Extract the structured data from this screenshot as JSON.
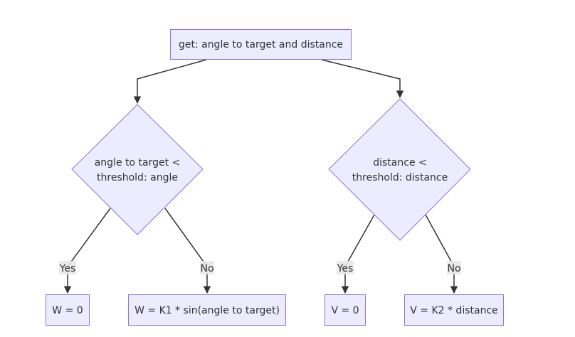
{
  "diagram": {
    "nodes": {
      "get": {
        "label": "get: angle to target and distance"
      },
      "angle_check": {
        "line1": "angle to target <",
        "line2": "threshold: angle"
      },
      "distance_check": {
        "line1": "distance <",
        "line2": "threshold: distance"
      },
      "w_zero": {
        "label": "W = 0"
      },
      "w_formula": {
        "label": "W = K1 * sin(angle to target)"
      },
      "v_zero": {
        "label": "V = 0"
      },
      "v_formula": {
        "label": "V = K2 * distance"
      }
    },
    "edge_labels": {
      "angle_yes": "Yes",
      "angle_no": "No",
      "distance_yes": "Yes",
      "distance_no": "No"
    },
    "colors": {
      "node_fill": "#ececff",
      "node_stroke": "#9370db",
      "edge": "#333333",
      "label_bg": "#e8e8e8",
      "text": "#333333"
    }
  }
}
